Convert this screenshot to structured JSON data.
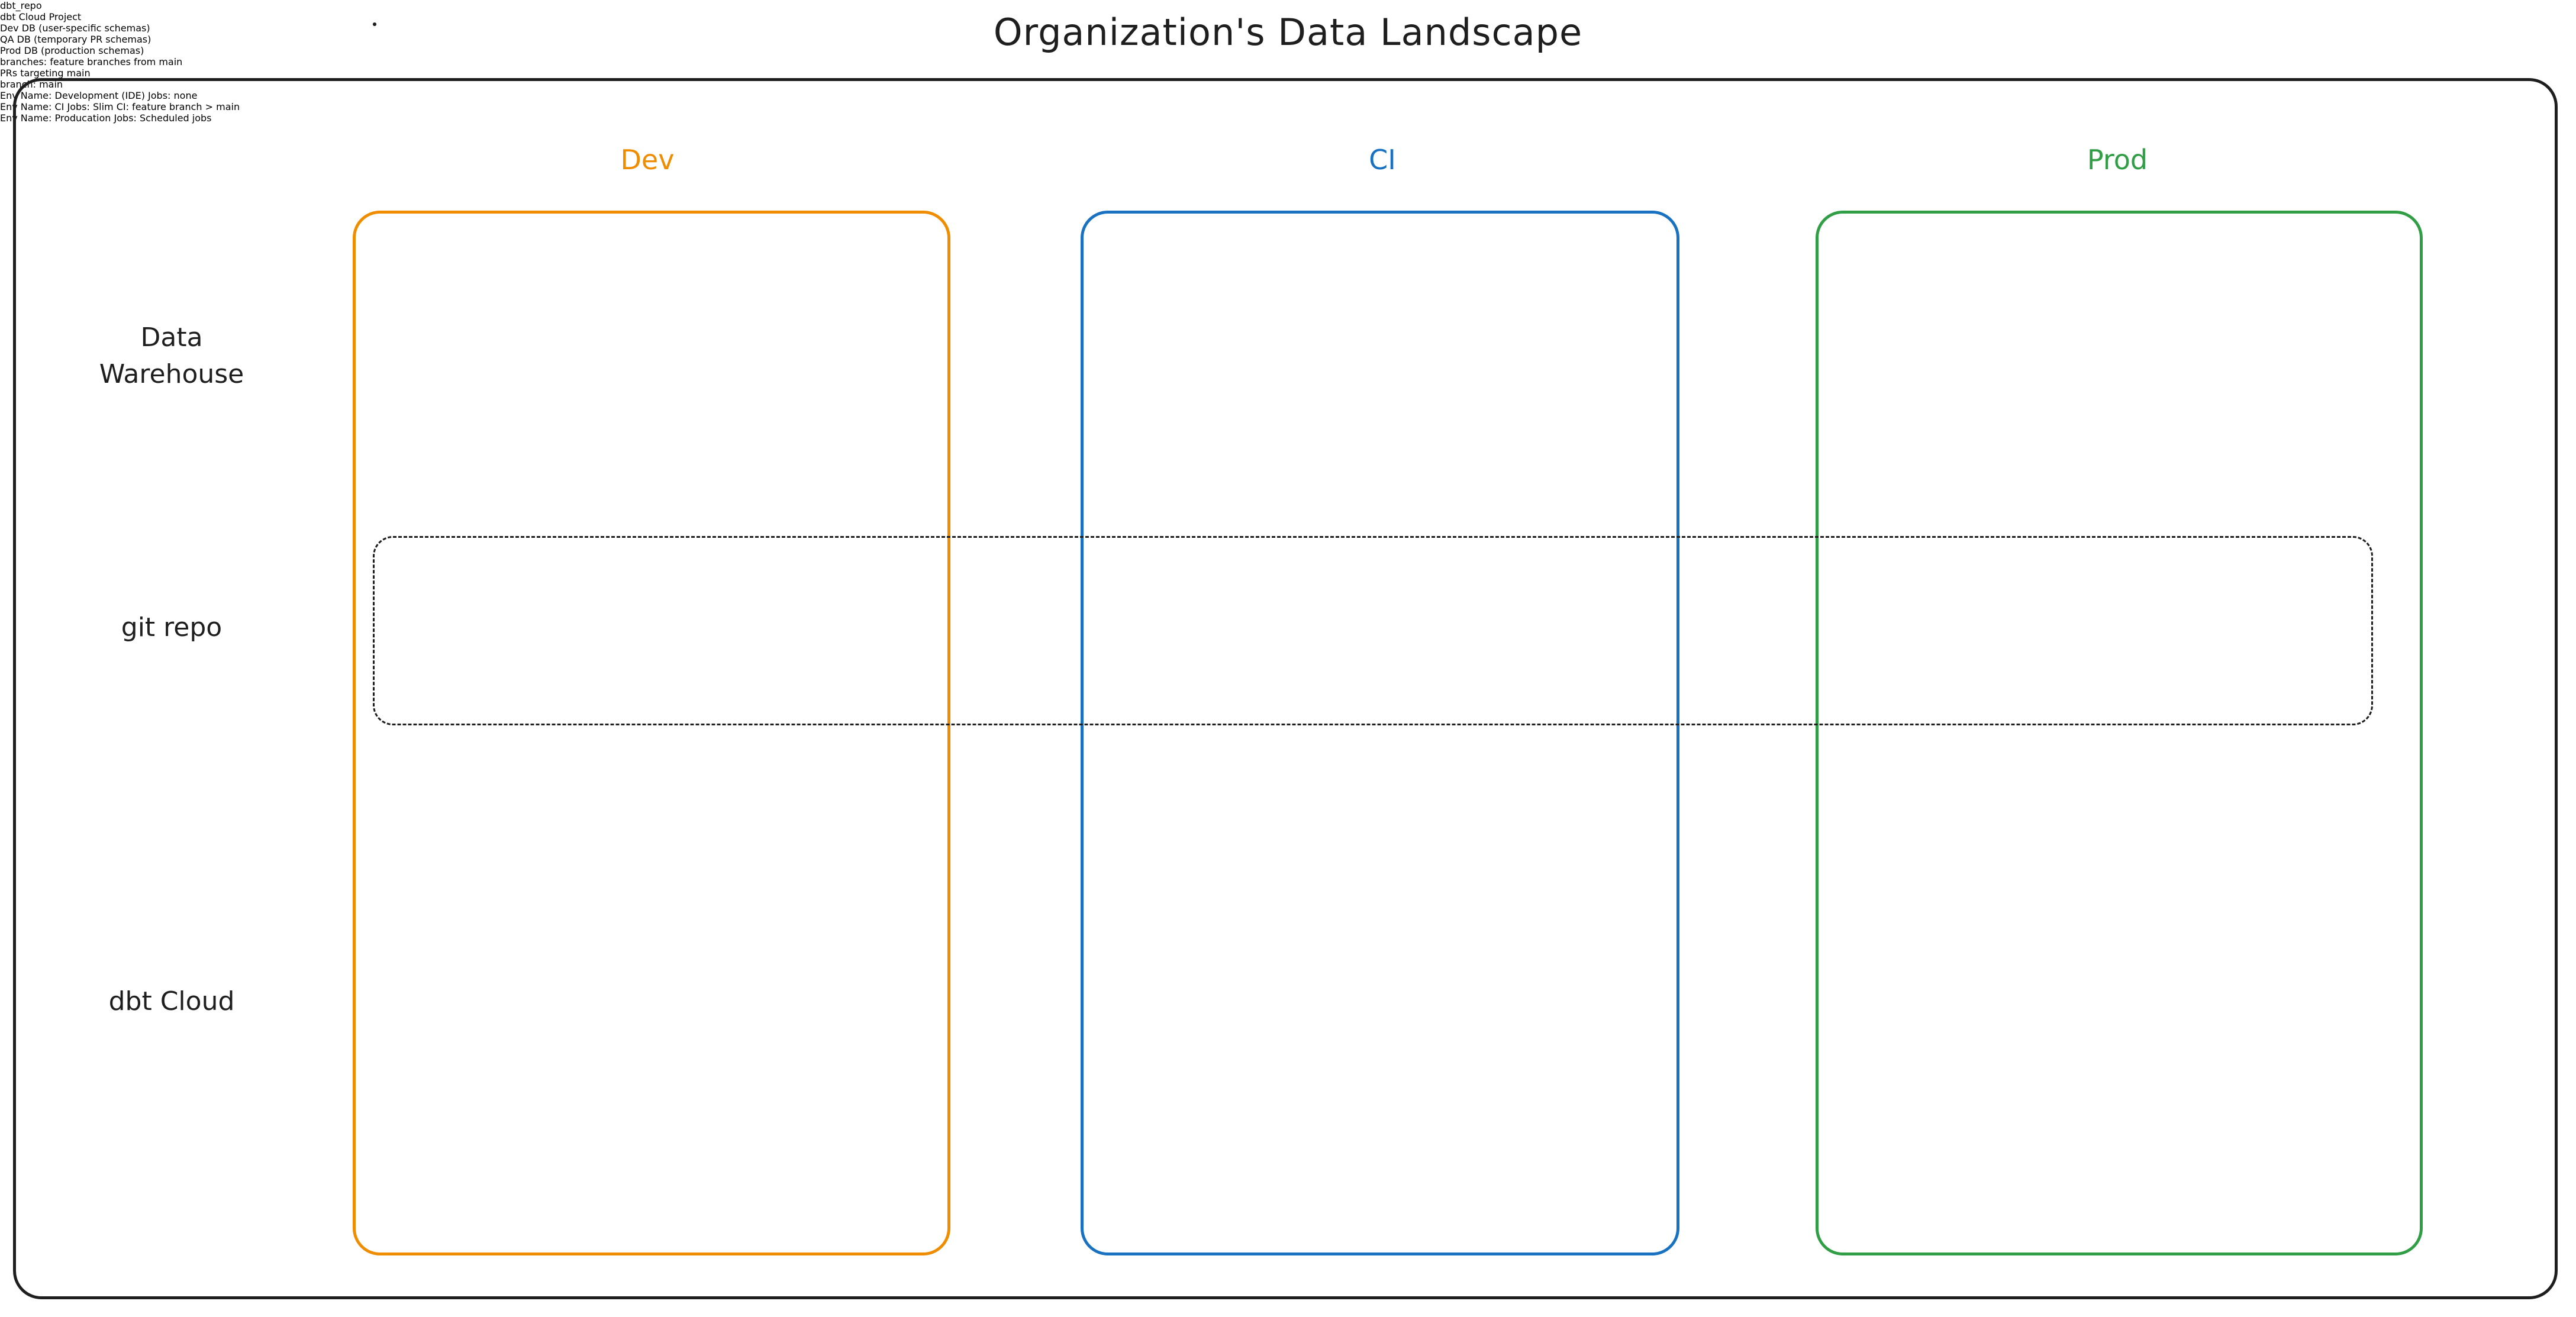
{
  "title": "Organization's Data Landscape",
  "colors": {
    "dev": "#f08c00",
    "ci": "#1971c2",
    "prod": "#2f9e44",
    "stroke": "#1e1e1e"
  },
  "columns": [
    {
      "key": "dev",
      "label": "Dev",
      "color": "#f08c00"
    },
    {
      "key": "ci",
      "label": "CI",
      "color": "#1971c2"
    },
    {
      "key": "prod",
      "label": "Prod",
      "color": "#2f9e44"
    }
  ],
  "rows": [
    {
      "key": "warehouse",
      "label_line1": "Data",
      "label_line2": "Warehouse"
    },
    {
      "key": "git",
      "label_line1": "git repo",
      "label_line2": ""
    },
    {
      "key": "dbtcloud",
      "label_line1": "dbt Cloud",
      "label_line2": ""
    }
  ],
  "groups": {
    "git_repo": {
      "label": "dbt_repo"
    },
    "dbt_cloud": {
      "label": "dbt Cloud Project"
    }
  },
  "warehouse": {
    "dev": {
      "line1": "Dev DB",
      "line2": "(user-specific schemas)"
    },
    "ci": {
      "line1": "QA DB",
      "line2": "(temporary PR schemas)"
    },
    "prod": {
      "line1": "Prod DB",
      "line2": "(production schemas)"
    }
  },
  "git_repo": {
    "dev": {
      "line1": "branches:",
      "line2": "feature branches from main"
    },
    "ci": {
      "line1": "PRs targeting main",
      "line2": ""
    },
    "prod": {
      "line1": "branch: main",
      "line2": ""
    }
  },
  "dbt_cloud": {
    "dev": {
      "env_label": "Env Name:",
      "env_value": "Development (IDE)",
      "jobs_label": "Jobs:",
      "jobs_value": "none"
    },
    "ci": {
      "env_label": "Env Name:",
      "env_value": "CI",
      "jobs_label": "Jobs:",
      "jobs_value": "Slim CI: feature branch > main"
    },
    "prod": {
      "env_label": "Env Name:",
      "env_value": "Producation",
      "jobs_label": "Jobs:",
      "jobs_value": "Scheduled jobs"
    }
  }
}
